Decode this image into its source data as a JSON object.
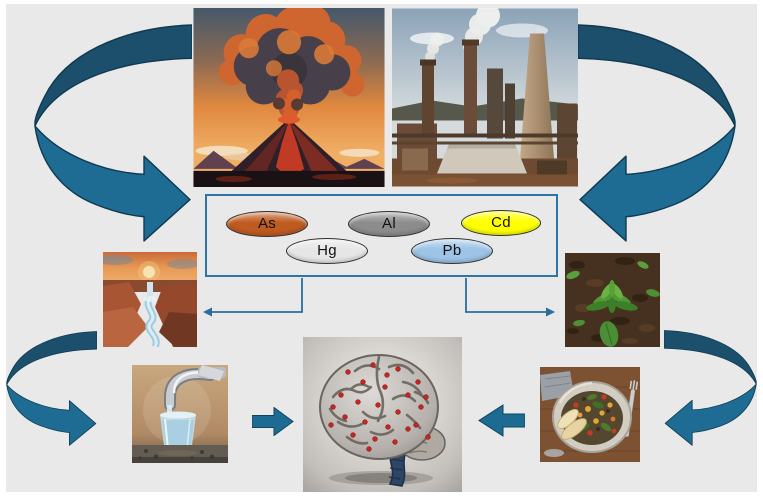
{
  "canvas": {
    "background_color": "#e9e9e9",
    "frame_color": "#ffffff"
  },
  "arrows": {
    "curved_dark": "#1b4f6b",
    "curved_light": "#1e6b93",
    "curved_outline": "#0f3a50",
    "block_fill": "#1d6a92",
    "block_outline": "#10455f",
    "connector_color": "#2b6d9e"
  },
  "metals_box": {
    "border_color": "#2e75a6",
    "items": [
      {
        "symbol": "As",
        "fill": "#bf5a20"
      },
      {
        "symbol": "Al",
        "fill": "#8c8c8c"
      },
      {
        "symbol": "Cd",
        "fill": "#ffff00"
      },
      {
        "symbol": "Hg",
        "fill": "#e6e6e6"
      },
      {
        "symbol": "Pb",
        "fill": "#9dc3e6"
      }
    ]
  },
  "images": {
    "volcano": "volcanic-eruption",
    "factory": "industrial-plant-smokestacks",
    "canyon": "river-canyon-landscape",
    "soil": "seedlings-in-soil",
    "faucet": "tap-water-into-glass",
    "brain": "brain-with-red-metal-deposits",
    "food": "plate-of-food"
  }
}
